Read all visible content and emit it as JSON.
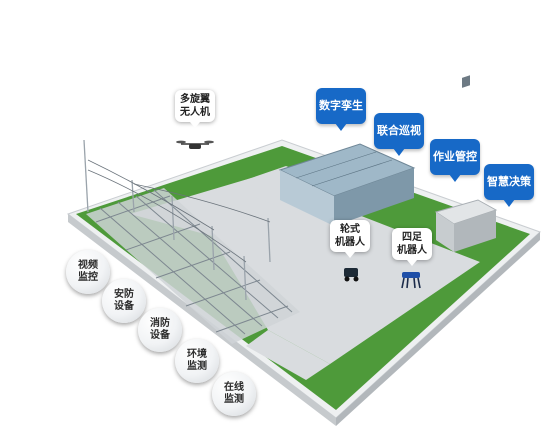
{
  "drone": {
    "line1": "多旋翼",
    "line2": "无人机"
  },
  "blue_tags": [
    {
      "label": "数字孪生"
    },
    {
      "label": "联合巡视"
    },
    {
      "label": "作业管控"
    },
    {
      "label": "智慧决策"
    }
  ],
  "robots": {
    "wheeled": {
      "line1": "轮式",
      "line2": "机器人"
    },
    "quadruped": {
      "line1": "四足",
      "line2": "机器人"
    }
  },
  "monitor_discs": [
    {
      "line1": "视频",
      "line2": "监控"
    },
    {
      "line1": "安防",
      "line2": "设备"
    },
    {
      "line1": "消防",
      "line2": "设备"
    },
    {
      "line1": "环境",
      "line2": "监测"
    },
    {
      "line1": "在线",
      "line2": "监测"
    }
  ],
  "colors": {
    "tag_blue": "#1769c7",
    "grass": "#4e9a3a",
    "road": "#d9dcdf",
    "base": "#eef0f1"
  }
}
